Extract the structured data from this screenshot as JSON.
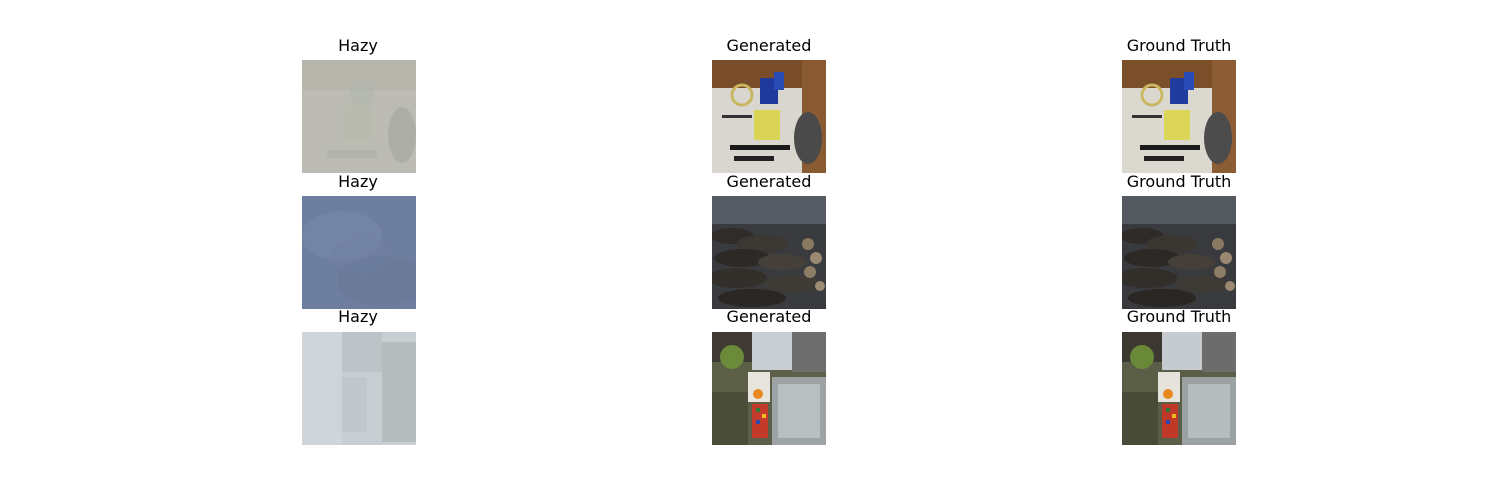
{
  "figure": {
    "rows": [
      {
        "hazy_title": "Hazy",
        "generated_title": "Generated",
        "ground_truth_title": "Ground Truth",
        "scene": "office-equipment"
      },
      {
        "hazy_title": "Hazy",
        "generated_title": "Generated",
        "ground_truth_title": "Ground Truth",
        "scene": "log-pile"
      },
      {
        "hazy_title": "Hazy",
        "generated_title": "Generated",
        "ground_truth_title": "Ground Truth",
        "scene": "kitchen-table"
      }
    ],
    "colors": {
      "haze_row1": "#b9b9b1",
      "haze_row2": "#6e7ea0",
      "haze_row3": "#c8cfd2"
    }
  }
}
